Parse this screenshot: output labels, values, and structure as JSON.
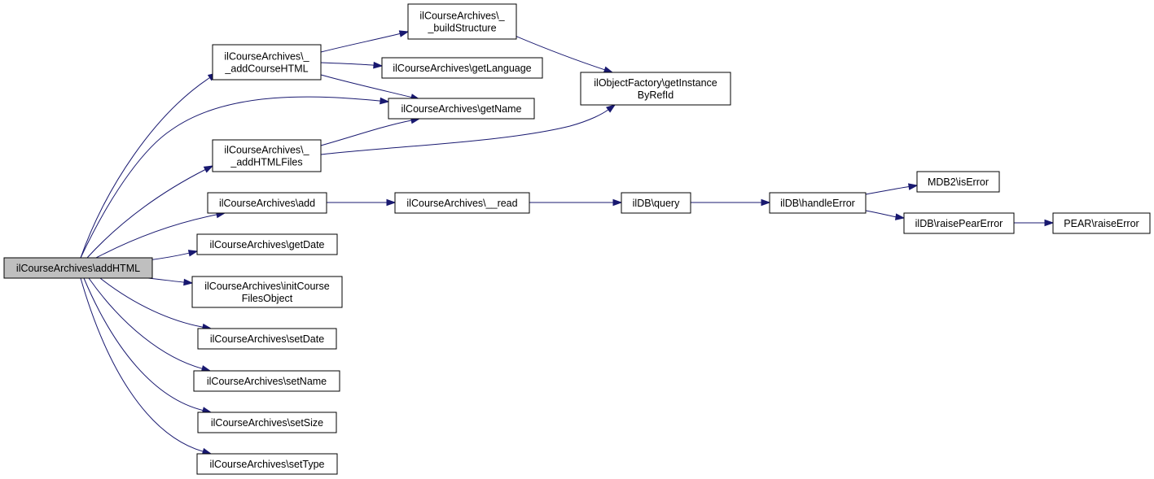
{
  "nodes": [
    {
      "id": "root",
      "lines": [
        "ilCourseArchives\\addHTML"
      ],
      "root": true
    },
    {
      "id": "addCourseHTML",
      "lines": [
        "ilCourseArchives\\_",
        "_addCourseHTML"
      ]
    },
    {
      "id": "buildStructure",
      "lines": [
        "ilCourseArchives\\_",
        "_buildStructure"
      ]
    },
    {
      "id": "getLanguage",
      "lines": [
        "ilCourseArchives\\getLanguage"
      ]
    },
    {
      "id": "getInstance",
      "lines": [
        "ilObjectFactory\\getInstance",
        "ByRefId"
      ]
    },
    {
      "id": "getName",
      "lines": [
        "ilCourseArchives\\getName"
      ]
    },
    {
      "id": "addHTMLFiles",
      "lines": [
        "ilCourseArchives\\_",
        "_addHTMLFiles"
      ]
    },
    {
      "id": "add",
      "lines": [
        "ilCourseArchives\\add"
      ]
    },
    {
      "id": "read",
      "lines": [
        "ilCourseArchives\\__read"
      ]
    },
    {
      "id": "query",
      "lines": [
        "ilDB\\query"
      ]
    },
    {
      "id": "handleError",
      "lines": [
        "ilDB\\handleError"
      ]
    },
    {
      "id": "isError",
      "lines": [
        "MDB2\\isError"
      ]
    },
    {
      "id": "raisePearError",
      "lines": [
        "ilDB\\raisePearError"
      ]
    },
    {
      "id": "raiseError",
      "lines": [
        "PEAR\\raiseError"
      ]
    },
    {
      "id": "getDate",
      "lines": [
        "ilCourseArchives\\getDate"
      ]
    },
    {
      "id": "initCourse",
      "lines": [
        "ilCourseArchives\\initCourse",
        "FilesObject"
      ]
    },
    {
      "id": "setDate",
      "lines": [
        "ilCourseArchives\\setDate"
      ]
    },
    {
      "id": "setName",
      "lines": [
        "ilCourseArchives\\setName"
      ]
    },
    {
      "id": "setSize",
      "lines": [
        "ilCourseArchives\\setSize"
      ]
    },
    {
      "id": "setType",
      "lines": [
        "ilCourseArchives\\setType"
      ]
    }
  ],
  "edges": [
    {
      "from": "root",
      "to": "addCourseHTML"
    },
    {
      "from": "root",
      "to": "getName"
    },
    {
      "from": "root",
      "to": "addHTMLFiles"
    },
    {
      "from": "root",
      "to": "add"
    },
    {
      "from": "root",
      "to": "getDate"
    },
    {
      "from": "root",
      "to": "initCourse"
    },
    {
      "from": "root",
      "to": "setDate"
    },
    {
      "from": "root",
      "to": "setName"
    },
    {
      "from": "root",
      "to": "setSize"
    },
    {
      "from": "root",
      "to": "setType"
    },
    {
      "from": "addCourseHTML",
      "to": "buildStructure"
    },
    {
      "from": "addCourseHTML",
      "to": "getLanguage"
    },
    {
      "from": "addCourseHTML",
      "to": "getName"
    },
    {
      "from": "buildStructure",
      "to": "getInstance"
    },
    {
      "from": "addHTMLFiles",
      "to": "getName"
    },
    {
      "from": "addHTMLFiles",
      "to": "getInstance"
    },
    {
      "from": "add",
      "to": "read"
    },
    {
      "from": "read",
      "to": "query"
    },
    {
      "from": "query",
      "to": "handleError"
    },
    {
      "from": "handleError",
      "to": "isError"
    },
    {
      "from": "handleError",
      "to": "raisePearError"
    },
    {
      "from": "raisePearError",
      "to": "raiseError"
    }
  ]
}
